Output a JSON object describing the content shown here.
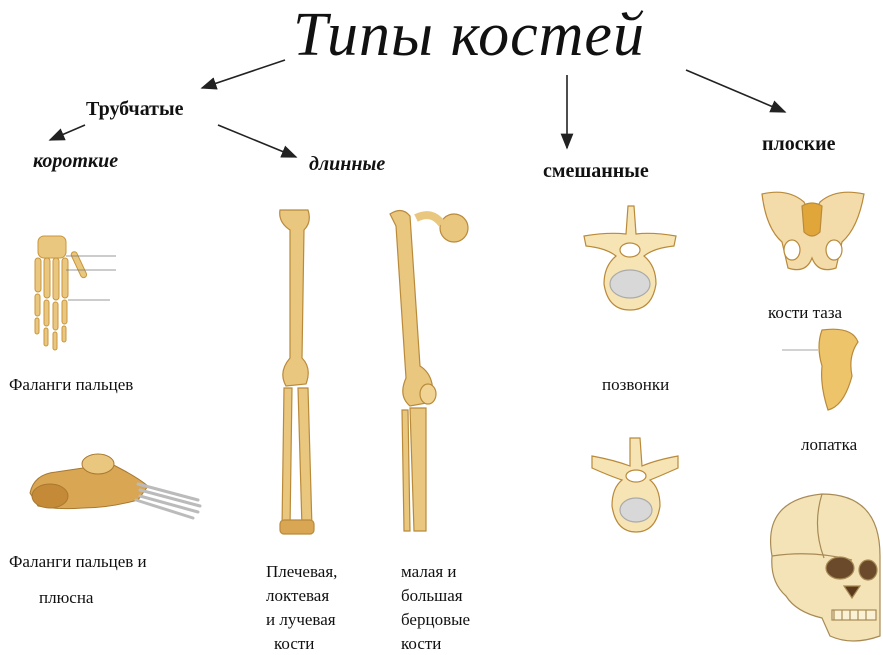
{
  "title": "Типы костей",
  "categories": {
    "tubular": "Трубчатые",
    "short": "короткие",
    "long": "длинные",
    "mixed": "смешанные",
    "flat": "плоские"
  },
  "captions": {
    "finger_phalanges": "Фаланги пальцев",
    "foot_line1": "Фаланги пальцев и",
    "foot_line2": "плюсна",
    "arm_lines": [
      "Плечевая,",
      "локтевая",
      "и лучевая",
      "кости"
    ],
    "leg_lines": [
      "малая и",
      "большая",
      "берцовые",
      "кости"
    ],
    "vertebrae": "позвонки",
    "pelvis": "кости таза",
    "scapula": "лопатка"
  },
  "colors": {
    "bone": "#e9c77f",
    "bone_dark": "#c9963c",
    "bone_light": "#f6e4b5",
    "arrow": "#222222"
  },
  "icons": [
    "hand-bones-illustration",
    "foot-bones-illustration",
    "arm-bones-illustration",
    "leg-bones-illustration",
    "vertebra-illustration",
    "pelvis-illustration",
    "scapula-illustration",
    "skull-illustration"
  ]
}
